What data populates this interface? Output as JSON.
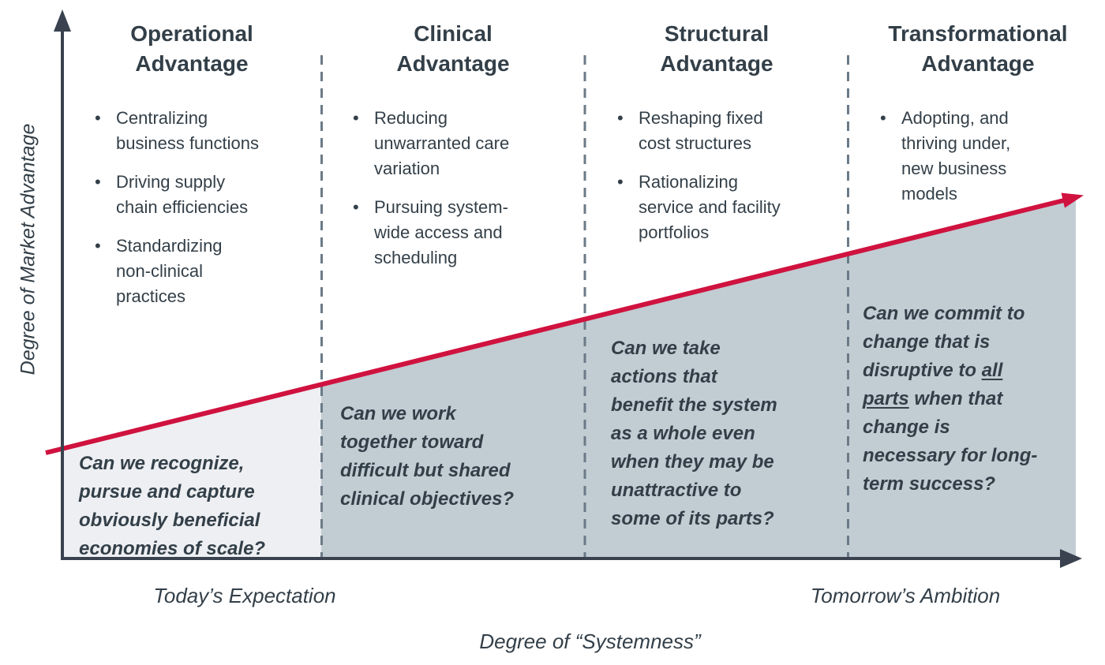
{
  "colors": {
    "axis": "#39424e",
    "divider": "#6b7a87",
    "accent_red": "#d0123f",
    "region_light": "#edeff2",
    "region_dark": "#c2ccd3",
    "text_dark": "#333f48"
  },
  "glyphs": {
    "bullet": "•"
  },
  "axes": {
    "y_label": "Degree of Market Advantage",
    "x_title": "Degree of “Systemness”",
    "x_left_label": "Today’s Expectation",
    "x_right_label": "Tomorrow’s Ambition"
  },
  "columns": [
    {
      "title": "Operational\nAdvantage",
      "bullets": [
        "Centralizing\nbusiness functions",
        "Driving supply\nchain efficiencies",
        "Standardizing\nnon-clinical\npractices"
      ],
      "question": "Can we recognize,\npursue and capture\nobviously beneficial\neconomies of scale?"
    },
    {
      "title": "Clinical\nAdvantage",
      "bullets": [
        "Reducing\nunwarranted care\nvariation",
        "Pursuing system-\nwide access and\nscheduling"
      ],
      "question": "Can we work\ntogether toward\ndifficult but shared\nclinical objectives?"
    },
    {
      "title": "Structural\nAdvantage",
      "bullets": [
        "Reshaping fixed\ncost structures",
        "Rationalizing\nservice and facility\nportfolios"
      ],
      "question": "Can we take\nactions that\nbenefit the system\nas a whole even\nwhen they may be\nunattractive to\nsome of its parts?"
    },
    {
      "title": "Transformational\nAdvantage",
      "bullets": [
        "Adopting, and\nthriving under,\nnew business\nmodels"
      ],
      "question_pre": "Can we commit to\nchange that is\ndisruptive to ",
      "question_underlined": "all\nparts",
      "question_post": " when that\nchange is\nnecessary for long-\nterm success?"
    }
  ]
}
